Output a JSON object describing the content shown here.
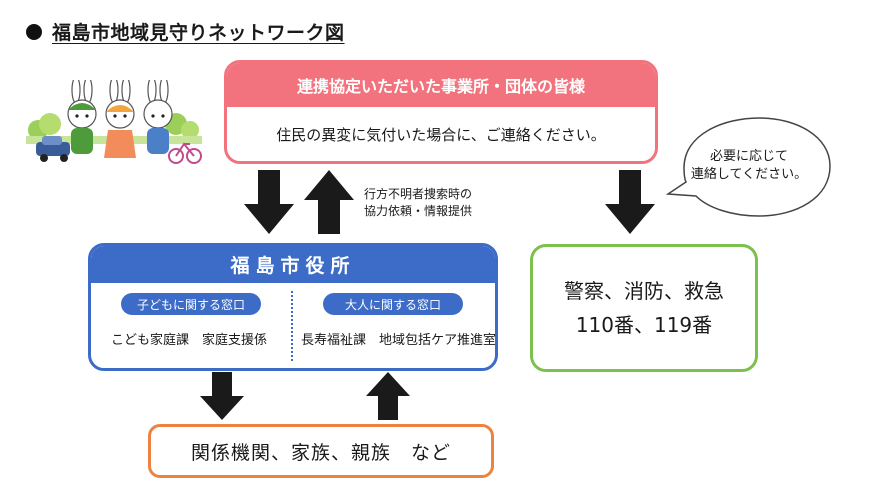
{
  "title": "福島市地域見守りネットワーク図",
  "partners": {
    "heading": "連携協定いただいた事業所・団体の皆様",
    "message": "住民の異変に気付いた場合に、ご連絡ください。"
  },
  "bubble": {
    "line1": "必要に応じて",
    "line2": "連絡してください。"
  },
  "side_note": {
    "line1": "行方不明者捜索時の",
    "line2": "協力依頼・情報提供"
  },
  "city_office": {
    "heading": "福島市役所",
    "children": {
      "label": "子どもに関する窓口",
      "departments": "こども家庭課　家庭支援係"
    },
    "adults": {
      "label": "大人に関する窓口",
      "departments": "長寿福祉課　地域包括ケア推進室"
    }
  },
  "emergency": {
    "line1": "警察、消防、救急",
    "line2": "110番、119番"
  },
  "family": {
    "label": "関係機関、家族、親族　など"
  },
  "colors": {
    "partners": "#f2727d",
    "city": "#3c6cc8",
    "emergency": "#7cc14d",
    "family": "#ee8240",
    "arrow": "#1a1a1a"
  }
}
